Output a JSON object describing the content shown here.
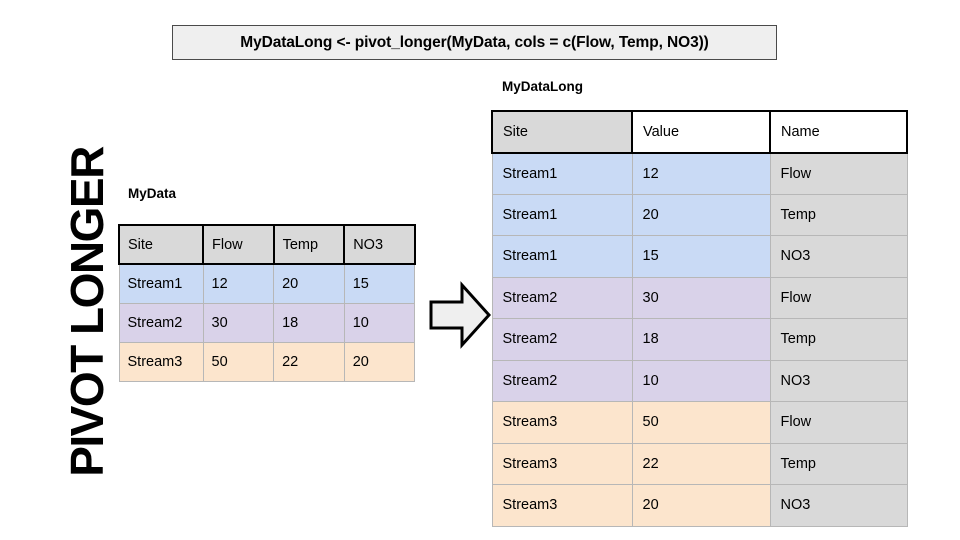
{
  "slide": {
    "title": "PIVOT LONGER",
    "code_banner": "MyDataLong <- pivot_longer(MyData, cols = c(Flow, Temp, NO3))",
    "arrow_icon": "right-block-arrow-icon"
  },
  "colors": {
    "stream1": "#c9daf5",
    "stream2": "#d9d2e9",
    "stream3": "#fce5cd",
    "header_gray": "#d9d9d9",
    "name_gray": "#d9d9d9",
    "white": "#ffffff",
    "banner_bg": "#efefef",
    "border_dark": "#000000",
    "border_light": "#b7b7b7"
  },
  "source_table": {
    "caption": "MyData",
    "columns": [
      "Site",
      "Flow",
      "Temp",
      "NO3"
    ],
    "rows": [
      {
        "cells": [
          "Stream1",
          "12",
          "20",
          "15"
        ],
        "fill": "#c9daf5"
      },
      {
        "cells": [
          "Stream2",
          "30",
          "18",
          "10"
        ],
        "fill": "#d9d2e9"
      },
      {
        "cells": [
          "Stream3",
          "50",
          "22",
          "20"
        ],
        "fill": "#fce5cd"
      }
    ]
  },
  "result_table": {
    "caption": "MyDataLong",
    "columns": [
      {
        "label": "Site",
        "fill": "#d9d9d9"
      },
      {
        "label": "Value",
        "fill": "#ffffff"
      },
      {
        "label": "Name",
        "fill": "#ffffff"
      }
    ],
    "rows": [
      {
        "cells": [
          "Stream1",
          "12",
          "Flow"
        ],
        "fill": "#c9daf5",
        "name_fill": "#d9d9d9"
      },
      {
        "cells": [
          "Stream1",
          "20",
          "Temp"
        ],
        "fill": "#c9daf5",
        "name_fill": "#d9d9d9"
      },
      {
        "cells": [
          "Stream1",
          "15",
          "NO3"
        ],
        "fill": "#c9daf5",
        "name_fill": "#d9d9d9"
      },
      {
        "cells": [
          "Stream2",
          "30",
          "Flow"
        ],
        "fill": "#d9d2e9",
        "name_fill": "#d9d9d9"
      },
      {
        "cells": [
          "Stream2",
          "18",
          "Temp"
        ],
        "fill": "#d9d2e9",
        "name_fill": "#d9d9d9"
      },
      {
        "cells": [
          "Stream2",
          "10",
          "NO3"
        ],
        "fill": "#d9d2e9",
        "name_fill": "#d9d9d9"
      },
      {
        "cells": [
          "Stream3",
          "50",
          "Flow"
        ],
        "fill": "#fce5cd",
        "name_fill": "#d9d9d9"
      },
      {
        "cells": [
          "Stream3",
          "22",
          "Temp"
        ],
        "fill": "#fce5cd",
        "name_fill": "#d9d9d9"
      },
      {
        "cells": [
          "Stream3",
          "20",
          "NO3"
        ],
        "fill": "#fce5cd",
        "name_fill": "#d9d9d9"
      }
    ]
  }
}
